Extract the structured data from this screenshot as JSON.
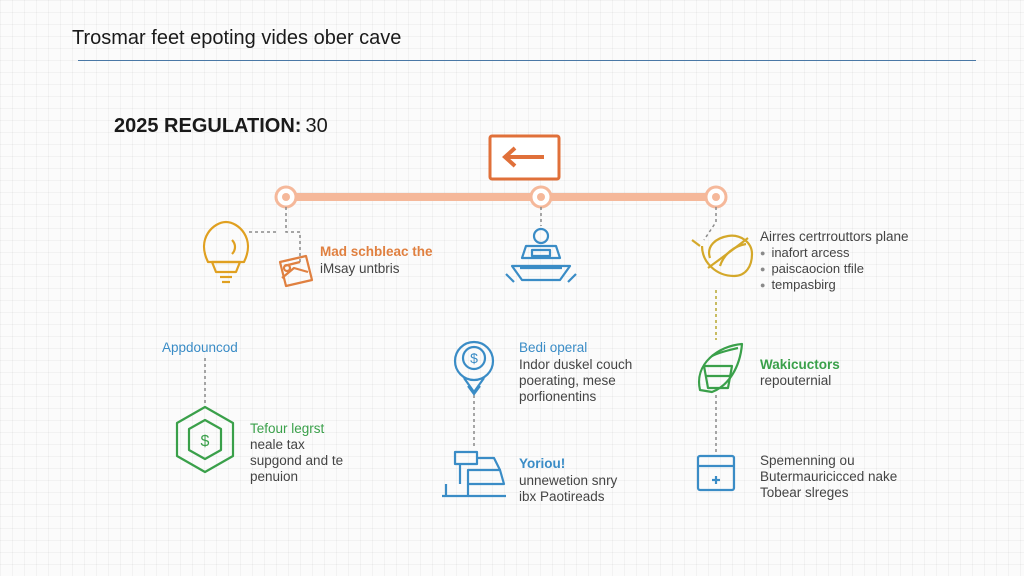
{
  "header": {
    "title": "Trosmar feet epoting vides ober cave",
    "section_label": "2025 REGULATION:",
    "section_number": "30"
  },
  "colors": {
    "timeline": "#f5b89a",
    "nav": "#e0703a",
    "amber": "#e0a020",
    "orange": "#e08040",
    "blue": "#3a8cc6",
    "green": "#3aa04a",
    "gray": "#8a8a8a"
  },
  "nodes": {
    "top_left": {
      "heading": "Mad schbleac the",
      "line1": "iMsay untbris",
      "icons": [
        "lightbulb-icon",
        "document-icon"
      ]
    },
    "top_center": {
      "icons": [
        "ship-icon"
      ]
    },
    "top_right": {
      "heading": "Airres certrrouttors plane",
      "bullets": [
        "inafort arcess",
        "paiscaocion tfile",
        "tempasbirg"
      ],
      "icons": [
        "leaf-globe-icon"
      ]
    },
    "mid_left": {
      "label": "Appdouncod"
    },
    "mid_center": {
      "heading": "Bedi operal",
      "lines": [
        "Indor duskel couch",
        "poerating, mese",
        "porfionentins"
      ],
      "icons": [
        "dollar-badge-icon"
      ]
    },
    "mid_right": {
      "heading": "Wakicuctors",
      "line1": "repouternial",
      "icons": [
        "leaf-basket-icon"
      ]
    },
    "bottom_left": {
      "heading": "Tefour legrst",
      "lines": [
        "neale tax",
        "supgond and te",
        "penuion"
      ],
      "icons": [
        "dollar-hexagon-icon"
      ]
    },
    "bottom_center": {
      "heading": "Yoriou!",
      "lines": [
        "unnewetion snry",
        "ibx Paotireads"
      ],
      "icons": [
        "machine-icon"
      ]
    },
    "bottom_right": {
      "lines": [
        "Spemenning ou",
        "Butermauricicced nake",
        "Tobear slreges"
      ],
      "icons": [
        "folder-icon"
      ]
    }
  }
}
